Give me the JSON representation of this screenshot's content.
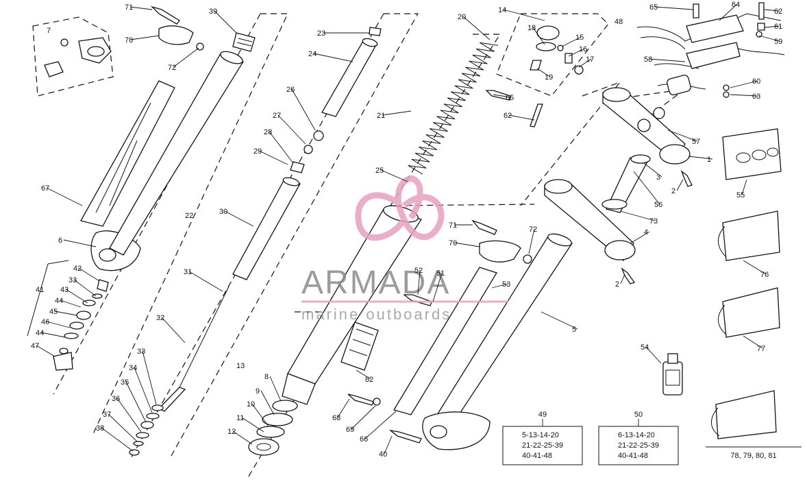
{
  "watermark": {
    "brand": "ARMADA",
    "tagline": "marine outboards",
    "logo_color": "#e8a0c0",
    "text_color": "#8a8a8a"
  },
  "kits": [
    {
      "number": "49",
      "lines": [
        "5-13-14-20",
        "21-22-25-39",
        "40-41-48"
      ]
    },
    {
      "number": "50",
      "lines": [
        "6-13-14-20",
        "21-22-25-39",
        "40-41-48"
      ]
    }
  ],
  "footer_label": "78, 79, 80, 81",
  "callouts": [
    {
      "id": "71a",
      "text": "71"
    },
    {
      "id": "39",
      "text": "39"
    },
    {
      "id": "7",
      "text": "7"
    },
    {
      "id": "70a",
      "text": "70"
    },
    {
      "id": "72a",
      "text": "72"
    },
    {
      "id": "67",
      "text": "67"
    },
    {
      "id": "6",
      "text": "6"
    },
    {
      "id": "42",
      "text": "42"
    },
    {
      "id": "33a",
      "text": "33"
    },
    {
      "id": "43",
      "text": "43"
    },
    {
      "id": "41",
      "text": "41"
    },
    {
      "id": "44a",
      "text": "44"
    },
    {
      "id": "45",
      "text": "45"
    },
    {
      "id": "46",
      "text": "46"
    },
    {
      "id": "44b",
      "text": "44"
    },
    {
      "id": "47",
      "text": "47"
    },
    {
      "id": "22",
      "text": "22"
    },
    {
      "id": "30",
      "text": "30"
    },
    {
      "id": "31",
      "text": "31"
    },
    {
      "id": "32",
      "text": "32"
    },
    {
      "id": "33b",
      "text": "33"
    },
    {
      "id": "34",
      "text": "34"
    },
    {
      "id": "35",
      "text": "35"
    },
    {
      "id": "36",
      "text": "36"
    },
    {
      "id": "37",
      "text": "37"
    },
    {
      "id": "38",
      "text": "38"
    },
    {
      "id": "23",
      "text": "23"
    },
    {
      "id": "24",
      "text": "24"
    },
    {
      "id": "26",
      "text": "26"
    },
    {
      "id": "27",
      "text": "27"
    },
    {
      "id": "28",
      "text": "28"
    },
    {
      "id": "29",
      "text": "29"
    },
    {
      "id": "20",
      "text": "20"
    },
    {
      "id": "21",
      "text": "21"
    },
    {
      "id": "25",
      "text": "25"
    },
    {
      "id": "13",
      "text": "13"
    },
    {
      "id": "8",
      "text": "8"
    },
    {
      "id": "9",
      "text": "9"
    },
    {
      "id": "10",
      "text": "10"
    },
    {
      "id": "11",
      "text": "11"
    },
    {
      "id": "12",
      "text": "12"
    },
    {
      "id": "82",
      "text": "82"
    },
    {
      "id": "14",
      "text": "14"
    },
    {
      "id": "18",
      "text": "18"
    },
    {
      "id": "15",
      "text": "15"
    },
    {
      "id": "16",
      "text": "16"
    },
    {
      "id": "17",
      "text": "17"
    },
    {
      "id": "19",
      "text": "19"
    },
    {
      "id": "48",
      "text": "48"
    },
    {
      "id": "65a",
      "text": "65"
    },
    {
      "id": "62a",
      "text": "62"
    },
    {
      "id": "71b",
      "text": "71"
    },
    {
      "id": "72b",
      "text": "72"
    },
    {
      "id": "70b",
      "text": "70"
    },
    {
      "id": "52",
      "text": "52"
    },
    {
      "id": "51",
      "text": "51"
    },
    {
      "id": "53",
      "text": "53"
    },
    {
      "id": "5",
      "text": "5"
    },
    {
      "id": "68",
      "text": "68"
    },
    {
      "id": "69",
      "text": "69"
    },
    {
      "id": "66",
      "text": "66"
    },
    {
      "id": "40",
      "text": "40"
    },
    {
      "id": "65b",
      "text": "65"
    },
    {
      "id": "64",
      "text": "64"
    },
    {
      "id": "62b",
      "text": "62"
    },
    {
      "id": "61",
      "text": "61"
    },
    {
      "id": "59",
      "text": "59"
    },
    {
      "id": "58",
      "text": "58"
    },
    {
      "id": "60",
      "text": "60"
    },
    {
      "id": "63",
      "text": "63"
    },
    {
      "id": "57",
      "text": "57"
    },
    {
      "id": "1",
      "text": "1"
    },
    {
      "id": "3",
      "text": "3"
    },
    {
      "id": "2a",
      "text": "2"
    },
    {
      "id": "56",
      "text": "56"
    },
    {
      "id": "73",
      "text": "73"
    },
    {
      "id": "4",
      "text": "4"
    },
    {
      "id": "2b",
      "text": "2"
    },
    {
      "id": "55",
      "text": "55"
    },
    {
      "id": "76",
      "text": "76"
    },
    {
      "id": "77",
      "text": "77"
    },
    {
      "id": "54",
      "text": "54"
    }
  ]
}
